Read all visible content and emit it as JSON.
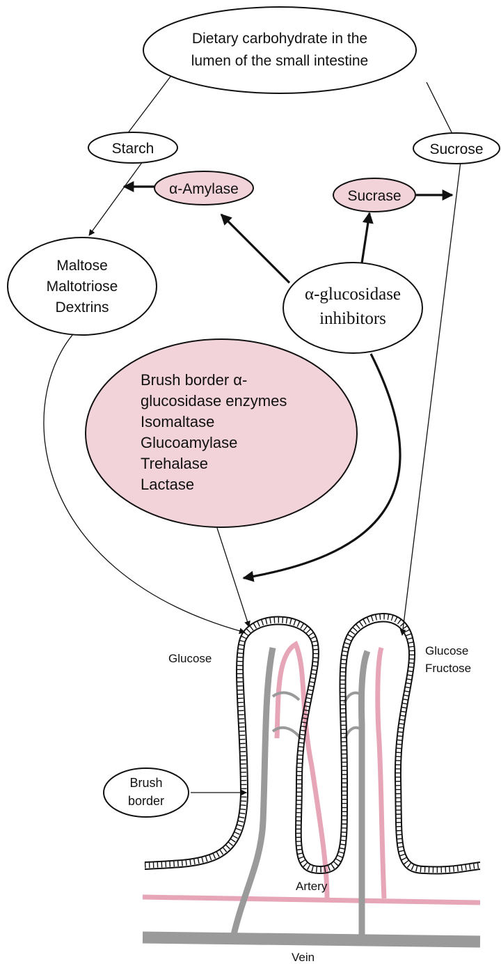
{
  "diagram": {
    "nodes": {
      "dietary": {
        "lines": [
          "Dietary carbohydrate in the",
          "lumen of the small intestine"
        ]
      },
      "starch": {
        "label": "Starch"
      },
      "sucrose": {
        "label": "Sucrose"
      },
      "amylase": {
        "label": "α-Amylase"
      },
      "sucrase": {
        "label": "Sucrase"
      },
      "maltose_group": {
        "lines": [
          "Maltose",
          "Maltotriose",
          "Dextrins"
        ]
      },
      "inhibitors": {
        "lines": [
          "α-glucosidase",
          "inhibitors"
        ]
      },
      "brush_enzymes": {
        "lines": [
          "Brush border α-",
          "glucosidase enzymes",
          "Isomaltase",
          "Glucoamylase",
          "Trehalase",
          "Lactase"
        ]
      },
      "brush_border": {
        "lines": [
          "Brush",
          "border"
        ]
      }
    },
    "labels": {
      "glucose_left": "Glucose",
      "glucose_right": "Glucose",
      "fructose_right": "Fructose",
      "artery": "Artery",
      "vein": "Vein"
    }
  },
  "colors": {
    "enzyme_fill": "#f2d3da",
    "artery": "#e7a6b8",
    "vein": "#9a9a9a",
    "outline": "#111111"
  }
}
